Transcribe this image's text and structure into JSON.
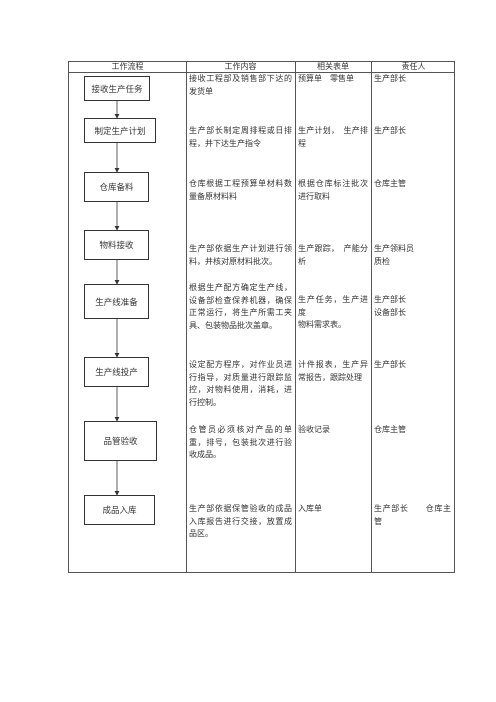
{
  "headers": [
    "工作流程",
    "工作内容",
    "相关表单",
    "责任人"
  ],
  "steps": [
    {
      "flow": "接收生产任务",
      "content": "接收工程部及销售部下达的发货单",
      "forms": "预算单　零售单",
      "owner": "生产部长"
    },
    {
      "flow": "制定生产计划",
      "content": "生产部长制定周排程或日排程，并下达生产指令",
      "forms": "生产计划，　生产排程",
      "owner": "生产部长"
    },
    {
      "flow": "仓库备料",
      "content": "仓库根据工程预算单材料数量备原材料料",
      "forms": "根据仓库标注批次进行取料",
      "owner": "仓库主管"
    },
    {
      "flow": "物料接收",
      "content": "生产部依据生产计划进行领料，并核对原材料批次。",
      "forms": "生产跟踪，　产能分析",
      "owner": "生产领料员\n质检"
    },
    {
      "flow": "生产线准备",
      "content": "根据生产配方确定生产线，设备部检查保养机器，确保正常运行，将生产所需工夹具、包装物品批次盖章。",
      "forms": "生产任务，生产进度\n物料需求表。",
      "owner": "生产部长\n设备部长"
    },
    {
      "flow": "生产线投产",
      "content": "设定配方程序，对作业员进行指导，对质量进行跟踪监控，对物料使用，消耗，进行控制。",
      "forms": "计件报表，生产异常报告，跟踪处理",
      "owner": "生产部长"
    },
    {
      "flow": "品管验收",
      "content": "仓管员必须核对产品的单重，排号，包装批次进行验收成品。",
      "forms": "验收记录",
      "owner": "仓库主管"
    },
    {
      "flow": "成品入库",
      "content": "生产部依据保管验收的成品入库报告进行交接，放置成品区。",
      "forms": "入库单",
      "owner": "生产部长　　仓库主管"
    }
  ]
}
